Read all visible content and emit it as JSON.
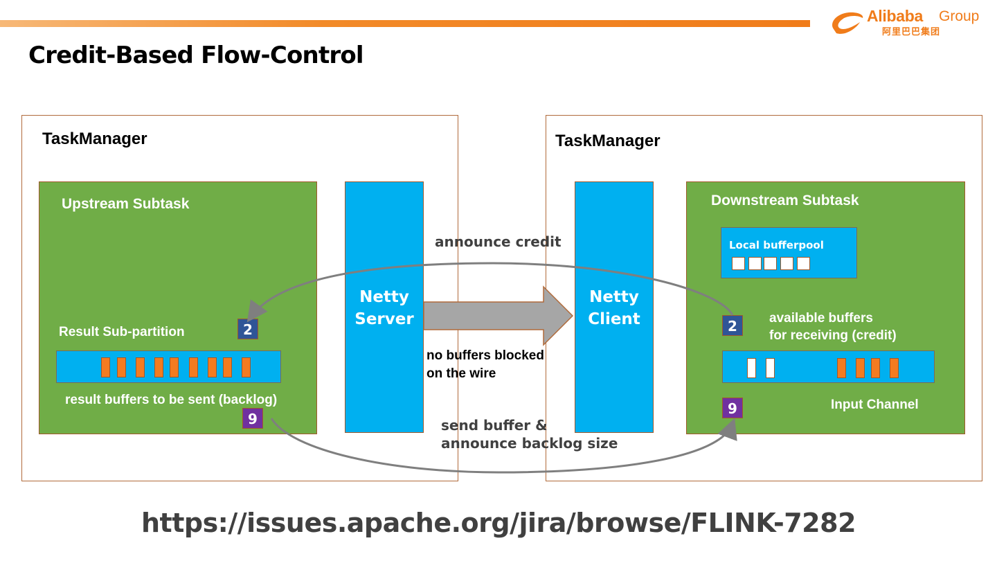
{
  "header": {
    "logo": {
      "brand": "Alibaba",
      "suffix": "Group",
      "chinese": "阿里巴巴集团",
      "icon": "alibaba-smile-logo-icon"
    },
    "title": "Credit-Based Flow-Control",
    "accent_color": "#f07c1a"
  },
  "left_taskmanager": {
    "label": "TaskManager",
    "subtask": {
      "label": "Upstream Subtask",
      "partition_label": "Result Sub-partition",
      "credit_badge": "2",
      "backlog_label": "result buffers to be sent (backlog)",
      "backlog_badge": "9",
      "queued_buffers": 9
    },
    "netty": {
      "line1": "Netty",
      "line2": "Server"
    }
  },
  "right_taskmanager": {
    "label": "TaskManager",
    "netty": {
      "line1": "Netty",
      "line2": "Client"
    },
    "subtask": {
      "label": "Downstream Subtask",
      "bufferpool_label": "Local bufferpool",
      "bufferpool_free_buffers": 5,
      "credit_badge": "2",
      "credit_label_line1": "available buffers",
      "credit_label_line2": "for receiving (credit)",
      "backlog_badge": "9",
      "channel_label": "Input Channel",
      "channel_free_buffers": 2,
      "channel_filled_buffers": 4
    }
  },
  "annotations": {
    "announce_credit": "announce credit",
    "no_block_line1": "no buffers blocked",
    "no_block_line2": "on the wire",
    "send_line1": "send buffer &",
    "send_line2": "announce backlog size"
  },
  "colors": {
    "subtask_green": "#70ad47",
    "netty_blue": "#00b0f0",
    "buffer_orange": "#f47b20",
    "credit_badge": "#2f5597",
    "backlog_badge": "#7030a0",
    "arrow_gray": "#a6a6a6"
  },
  "footer": {
    "url": "https://issues.apache.org/jira/browse/FLINK-7282"
  }
}
